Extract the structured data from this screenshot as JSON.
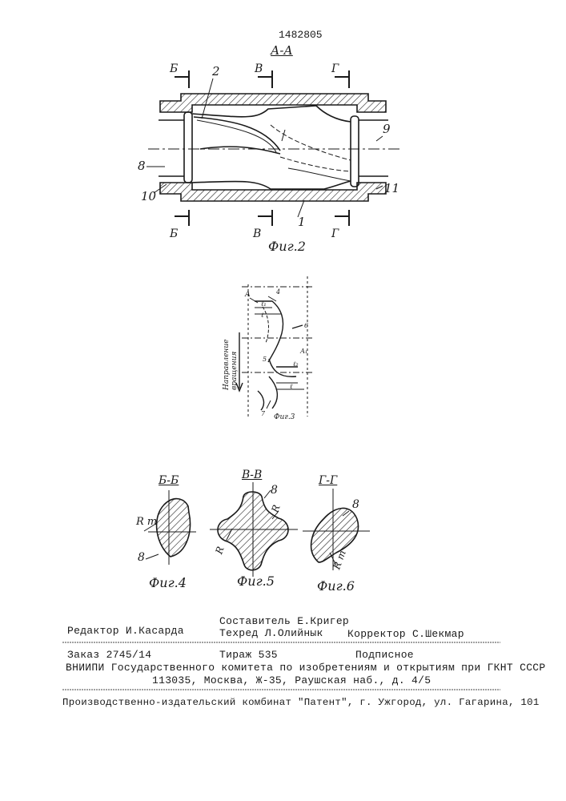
{
  "patent_number": "1482805",
  "fig2": {
    "section_title": "А-А",
    "cut_labels_top": [
      "Б",
      "В",
      "Г"
    ],
    "cut_labels_bottom": [
      "Б",
      "В",
      "Г"
    ],
    "part_labels": [
      "2",
      "9",
      "8",
      "10",
      "11",
      "1"
    ],
    "caption": "Фиг.2"
  },
  "fig3": {
    "direction_label": "Направление вращения",
    "labels": [
      "А",
      "4",
      "ℓ₁",
      "ℓ",
      "6",
      "5",
      "А₁",
      "ℓ₂",
      "ℓ",
      "7"
    ],
    "caption": "Фиг.3"
  },
  "fig4": {
    "title": "Б-Б",
    "labels": [
      "R т",
      "8"
    ],
    "caption": "Фиг.4"
  },
  "fig5": {
    "title": "В-В",
    "labels": [
      "8",
      "R",
      "R"
    ],
    "caption": "Фиг.5"
  },
  "fig6": {
    "title": "Г-Г",
    "labels": [
      "8",
      "R т"
    ],
    "caption": "Фиг.6"
  },
  "footer": {
    "editor": "Редактор И.Касарда",
    "compiler": "Составитель Е.Кригер",
    "techred": "Техред Л.Олийнык",
    "corrector": "Корректор С.Шекмар",
    "order": "Заказ 2745/14",
    "circulation": "Тираж 535",
    "subscription": "Подписное",
    "institute": "ВНИИПИ Государственного комитета по изобретениям и открытиям при ГКНТ СССР",
    "address": "113035, Москва, Ж-35, Раушская наб., д. 4/5",
    "publisher": "Производственно-издательский комбинат \"Патент\", г. Ужгород, ул. Гагарина, 101"
  }
}
